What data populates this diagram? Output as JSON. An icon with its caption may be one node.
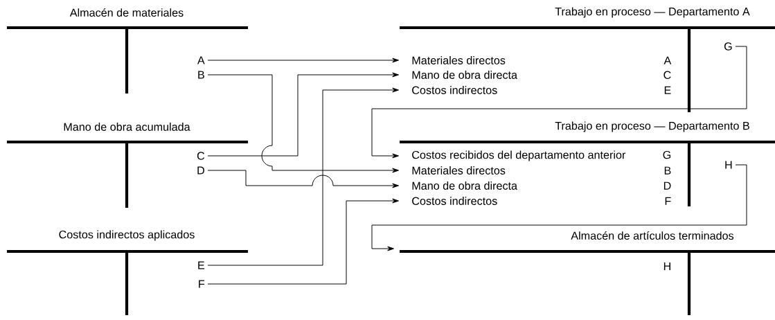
{
  "diagram": {
    "nodes": [
      {
        "text": [
          "Almacén de materiales"
        ]
      },
      {
        "text": [
          "A"
        ],
        "in": 0
      },
      {
        "text": [
          "B"
        ],
        "in": 0
      },
      {
        "text": [
          "Mano de obra acumulada"
        ]
      },
      {
        "text": [
          "C"
        ],
        "in": 3
      },
      {
        "text": [
          "D"
        ],
        "in": 3
      },
      {
        "text": [
          "Costos indirectos aplicados"
        ]
      },
      {
        "text": [
          "E"
        ],
        "in": 6
      },
      {
        "text": [
          "F"
        ],
        "in": 6
      },
      {
        "text": [
          "Trabajo en proceso — Departamento A"
        ]
      },
      {
        "text": [
          "Materiales directos",
          "A"
        ],
        "in": 9
      },
      {
        "text": [
          "Mano de obra directa",
          "C"
        ],
        "in": 9
      },
      {
        "text": [
          "Costos indirectos",
          "E"
        ],
        "in": 9
      },
      {
        "text": [
          "G"
        ],
        "in": 9
      },
      {
        "text": [
          "Trabajo en proceso — Departamento B"
        ]
      },
      {
        "text": [
          "Costos recibidos del departamento anterior",
          "G"
        ],
        "in": 14
      },
      {
        "text": [
          "Materiales directos",
          "B"
        ],
        "in": 14
      },
      {
        "text": [
          "Mano de obra directa",
          "D"
        ],
        "in": 14
      },
      {
        "text": [
          "Costos indirectos",
          "F"
        ],
        "in": 14
      },
      {
        "text": [
          "H"
        ],
        "in": 14
      },
      {
        "text": [
          "Almacén de artículos terminados"
        ]
      },
      {
        "text": [
          "H"
        ],
        "in": 20
      }
    ],
    "edges": [
      {
        "from": 1,
        "to": 10,
        "arrow": "to"
      },
      {
        "from": 2,
        "to": 16,
        "arrow": "to"
      },
      {
        "from": 4,
        "to": 11,
        "arrow": "to"
      },
      {
        "from": 5,
        "to": 17,
        "arrow": "to"
      },
      {
        "from": 7,
        "to": 12,
        "arrow": "to"
      },
      {
        "from": 8,
        "to": 18,
        "arrow": "to"
      },
      {
        "from": 13,
        "to": 15,
        "arrow": "to"
      },
      {
        "from": 19,
        "to": 20,
        "arrow": "to"
      }
    ]
  }
}
